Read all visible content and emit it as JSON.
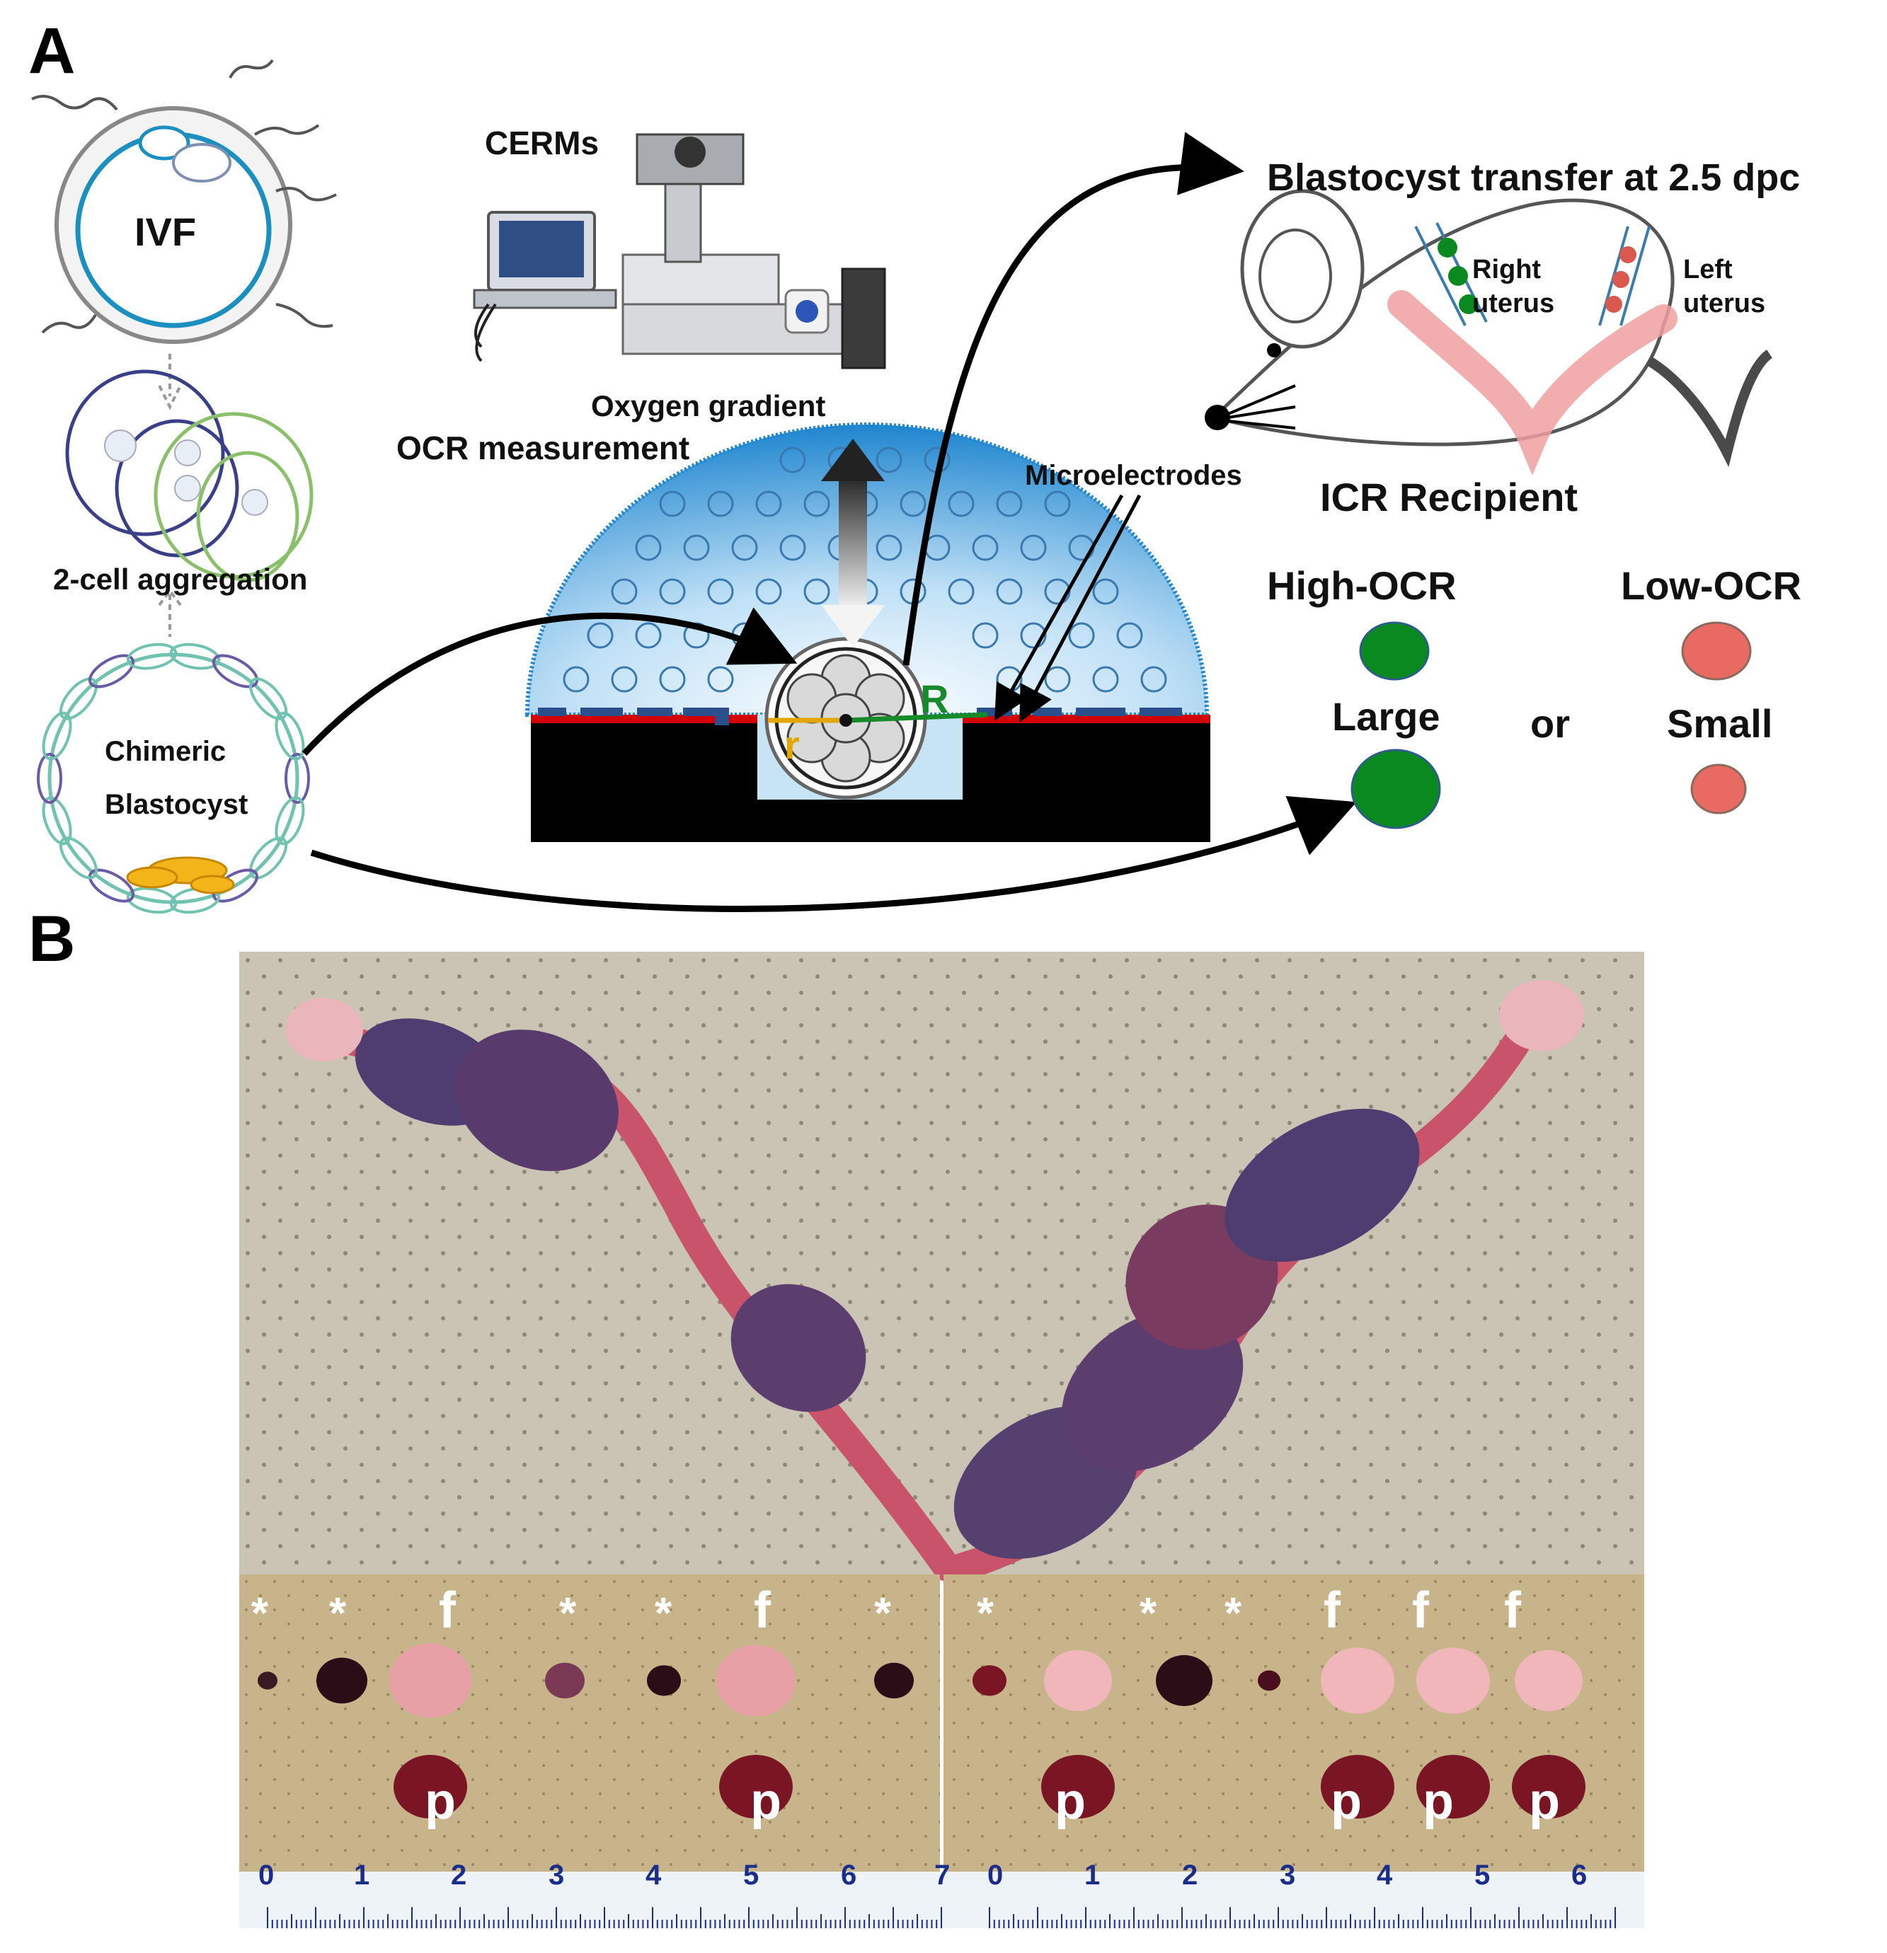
{
  "panel_a": {
    "letter": "A",
    "ivf": "IVF",
    "aggregation": "2-cell aggregation",
    "chimeric_line1": "Chimeric",
    "chimeric_line2": "Blastocyst",
    "cerms": "CERMs",
    "oxygen_gradient": "Oxygen gradient",
    "ocr_measurement": "OCR measurement",
    "microelectrodes": "Microelectrodes",
    "radius_small": "r",
    "radius_large": "R",
    "transfer_title": "Blastocyst transfer at 2.5 dpc",
    "right_uterus_1": "Right",
    "right_uterus_2": "uterus",
    "left_uterus_1": "Left",
    "left_uterus_2": "uterus",
    "recipient": "ICR Recipient",
    "high_ocr": "High-OCR",
    "low_ocr": "Low-OCR",
    "large": "Large",
    "small": "Small",
    "or": "or",
    "colors": {
      "high": "#0a8a1e",
      "low": "#e86a62",
      "medium": "#2d8fd6"
    }
  },
  "panel_b": {
    "letter": "B",
    "left_markers": [
      "*",
      "*",
      "f",
      "*",
      "*",
      "f",
      "*"
    ],
    "left_bottom_markers": [
      "p",
      "p"
    ],
    "right_markers": [
      "*",
      "*",
      "*",
      "f",
      "f",
      "f"
    ],
    "right_bottom_markers": [
      "p",
      "p",
      "p",
      "p"
    ],
    "ruler_left": [
      "0",
      "1",
      "2",
      "3",
      "4",
      "5",
      "6",
      "7"
    ],
    "ruler_right": [
      "0",
      "1",
      "2",
      "3",
      "4",
      "5",
      "6"
    ]
  }
}
